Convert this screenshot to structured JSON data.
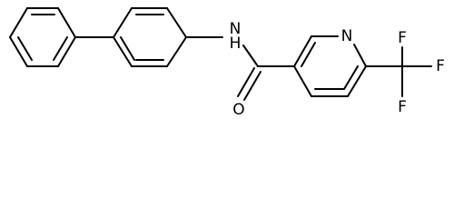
{
  "molecule": {
    "atoms": {
      "amide_nh": "N",
      "h_on_n": "H",
      "pyridine_n": "N",
      "carbonyl_o": "O",
      "fluorine_top": "F",
      "fluorine_right": "F",
      "fluorine_bottom": "F"
    }
  }
}
